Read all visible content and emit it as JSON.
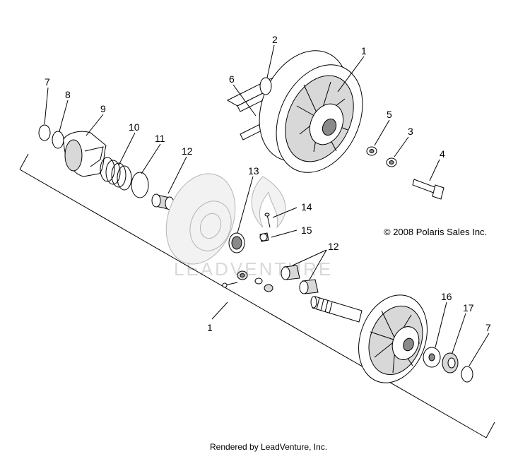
{
  "watermark": "LEADVENTURE",
  "copyright": "© 2008 Polaris Sales Inc.",
  "footer": "Rendered by LeadVenture, Inc.",
  "callouts": {
    "c1_top": "1",
    "c2": "2",
    "c6": "6",
    "c5": "5",
    "c3": "3",
    "c4": "4",
    "c7_left": "7",
    "c8": "8",
    "c9": "9",
    "c10": "10",
    "c11": "11",
    "c12_left": "12",
    "c13": "13",
    "c14": "14",
    "c15": "15",
    "c12_right": "12",
    "c1_bottom": "1",
    "c16": "16",
    "c17": "17",
    "c7_right": "7"
  }
}
